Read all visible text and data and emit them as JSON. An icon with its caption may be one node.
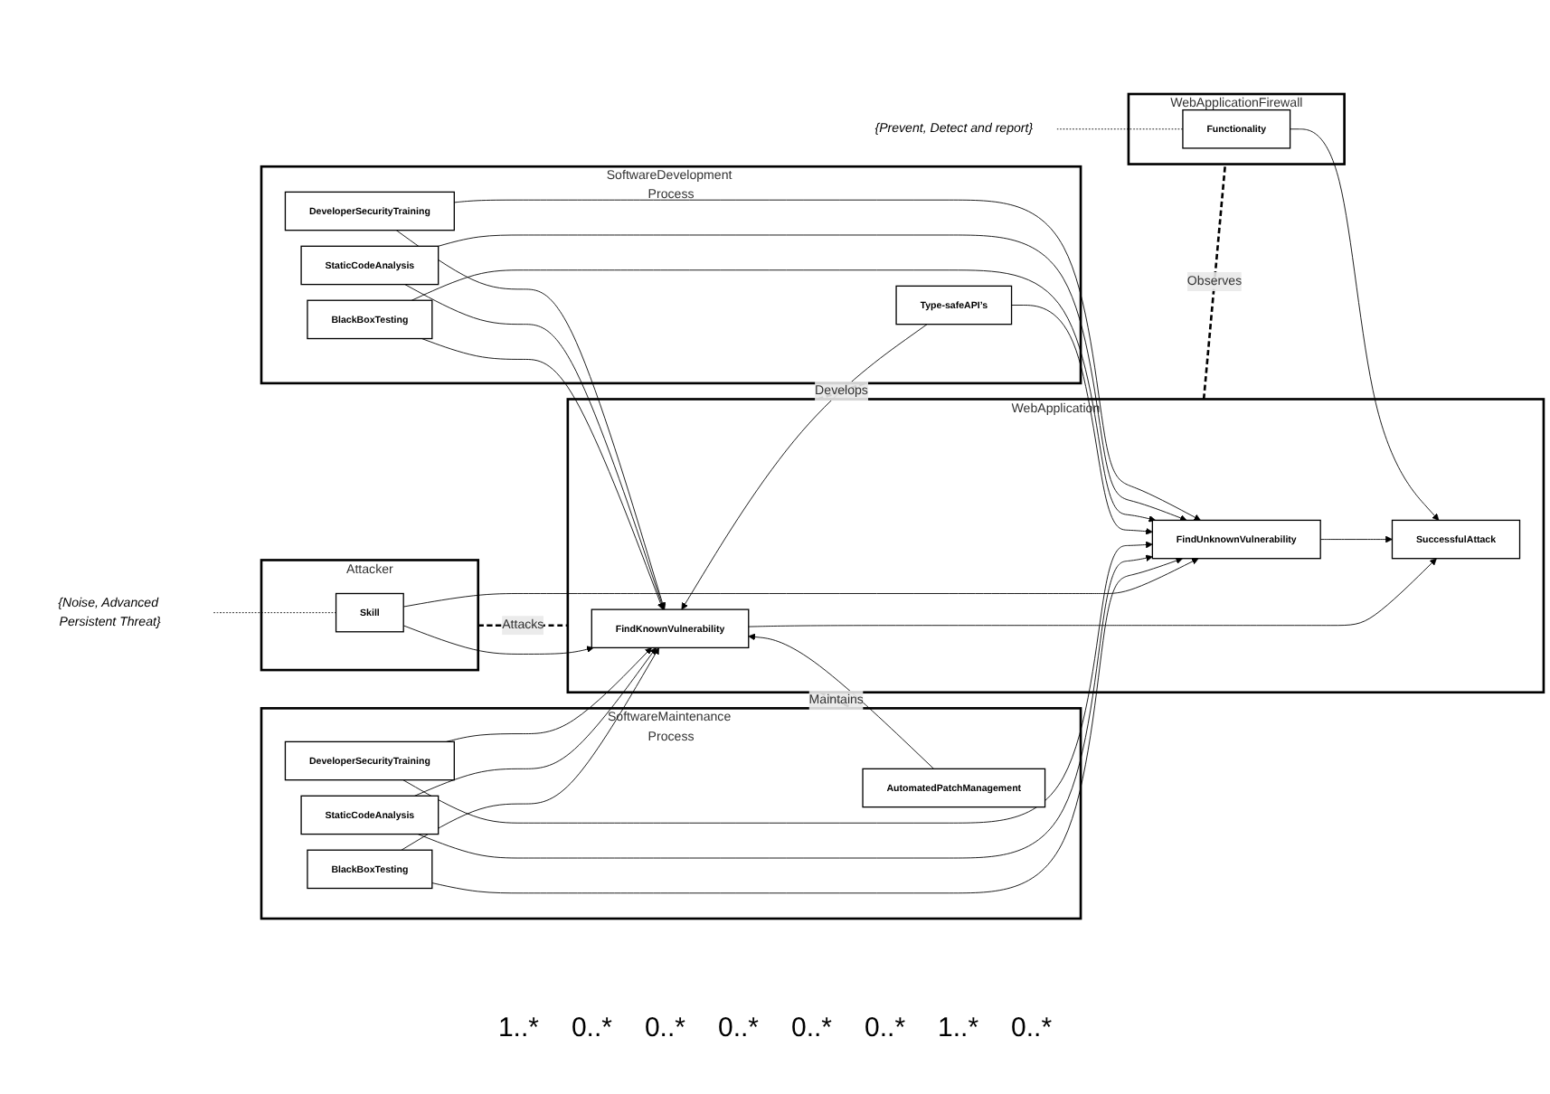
{
  "diagram": {
    "nodes": [
      {
        "text": [
          "Attacker"
        ]
      },
      {
        "text": [
          "Skill"
        ],
        "in": 0
      },
      {
        "text": [
          "{Noise, Advanced Persistent Threat}"
        ]
      },
      {
        "text": [
          "SoftwareMaintenance Process"
        ]
      },
      {
        "text": [
          "AutomatedPatchManagement"
        ],
        "in": 3
      },
      {
        "text": [
          "BlackBoxTesting"
        ],
        "in": 3
      },
      {
        "text": [
          "StaticCodeAnalysis"
        ],
        "in": 3
      },
      {
        "text": [
          "DeveloperSecurityTraining"
        ],
        "in": 3
      },
      {
        "text": [
          "WebApplication"
        ]
      },
      {
        "text": [
          "FindKnownVulnerability"
        ],
        "in": 8
      },
      {
        "text": [
          "FindUnknownVulnerability"
        ],
        "in": 8
      },
      {
        "text": [
          "SuccessfulAttack"
        ],
        "in": 8
      },
      {
        "text": [
          "SoftwareDevelopment Process"
        ]
      },
      {
        "text": [
          "Type-safeAPI’s"
        ],
        "in": 12
      },
      {
        "text": [
          "BlackBoxTesting"
        ],
        "in": 12
      },
      {
        "text": [
          "StaticCodeAnalysis"
        ],
        "in": 12
      },
      {
        "text": [
          "DeveloperSecurityTraining"
        ],
        "in": 12
      },
      {
        "text": [
          "WebApplicationFirewall"
        ]
      },
      {
        "text": [
          "Functionality"
        ],
        "in": 17
      },
      {
        "text": [
          "{Prevent, Detect and report}"
        ]
      }
    ],
    "edges": [
      {
        "from": 0,
        "to": 8,
        "arrow": "none",
        "label": "Attacks",
        "style": "dashed"
      },
      {
        "from": 8,
        "to": 3,
        "arrow": "none",
        "label": "Maintains",
        "style": "dashed"
      },
      {
        "from": 8,
        "to": 12,
        "arrow": "none",
        "label": "Develops",
        "style": "dashed"
      },
      {
        "from": 8,
        "to": 17,
        "arrow": "none",
        "label": "Observes",
        "style": "dashed"
      },
      {
        "from": 1,
        "to": 9,
        "arrow": "to"
      },
      {
        "from": 1,
        "to": 10,
        "arrow": "to"
      },
      {
        "from": 9,
        "to": 11,
        "arrow": "to"
      },
      {
        "from": 10,
        "to": 11,
        "arrow": "to"
      },
      {
        "from": 18,
        "to": 11,
        "arrow": "to"
      },
      {
        "from": 4,
        "to": 9,
        "arrow": "to"
      },
      {
        "from": 5,
        "to": 9,
        "arrow": "to"
      },
      {
        "from": 5,
        "to": 10,
        "arrow": "to"
      },
      {
        "from": 6,
        "to": 9,
        "arrow": "to"
      },
      {
        "from": 6,
        "to": 10,
        "arrow": "to"
      },
      {
        "from": 7,
        "to": 9,
        "arrow": "to"
      },
      {
        "from": 7,
        "to": 10,
        "arrow": "to"
      },
      {
        "from": 13,
        "to": 9,
        "arrow": "to"
      },
      {
        "from": 13,
        "to": 10,
        "arrow": "to"
      },
      {
        "from": 14,
        "to": 9,
        "arrow": "to"
      },
      {
        "from": 14,
        "to": 10,
        "arrow": "to"
      },
      {
        "from": 15,
        "to": 9,
        "arrow": "to"
      },
      {
        "from": 15,
        "to": 10,
        "arrow": "to"
      },
      {
        "from": 16,
        "to": 9,
        "arrow": "to"
      },
      {
        "from": 16,
        "to": 10,
        "arrow": "to"
      },
      {
        "from": 2,
        "to": 1,
        "arrow": "none",
        "style": "dashed"
      },
      {
        "from": 19,
        "to": 18,
        "arrow": "none",
        "style": "dashed"
      }
    ],
    "labels": [
      "1..*",
      "0..*",
      "0..*",
      "0..*",
      "0..*",
      "0..*",
      "1..*",
      "0..*"
    ]
  }
}
